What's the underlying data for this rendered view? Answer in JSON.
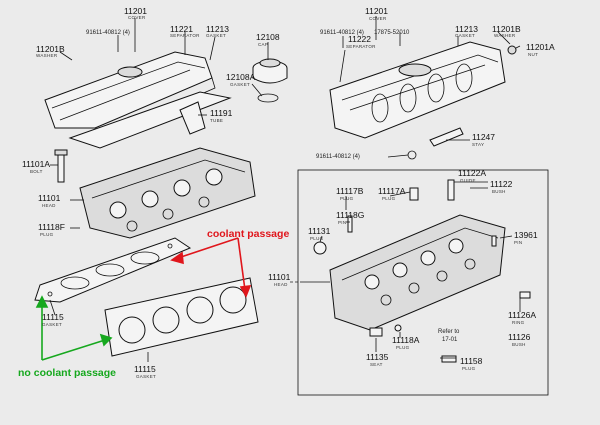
{
  "left_parts": [
    {
      "num": "11201",
      "name": "COVER"
    },
    {
      "num": "91611-40812 (4)",
      "name": ""
    },
    {
      "num": "11221",
      "name": "SEPARATOR"
    },
    {
      "num": "11213",
      "name": "GASKET"
    },
    {
      "num": "11201B",
      "name": "WASHER"
    },
    {
      "num": "12108",
      "name": "CAP"
    },
    {
      "num": "12108A",
      "name": "GASKET"
    },
    {
      "num": "11191",
      "name": "TUBE"
    },
    {
      "num": "11101A",
      "name": "BOLT"
    },
    {
      "num": "11101",
      "name": "HEAD"
    },
    {
      "num": "11118F",
      "name": "PLUG"
    },
    {
      "num": "11115",
      "name": "GASKET"
    },
    {
      "num": "11115",
      "name": "GASKET"
    }
  ],
  "right_parts": [
    {
      "num": "11201",
      "name": "COVER"
    },
    {
      "num": "91611-40812 (4)",
      "name": ""
    },
    {
      "num": "17875-52010",
      "name": ""
    },
    {
      "num": "11222",
      "name": "SEPARATOR"
    },
    {
      "num": "11213",
      "name": "GASKET"
    },
    {
      "num": "11201B",
      "name": "WASHER"
    },
    {
      "num": "11201A",
      "name": "NUT"
    },
    {
      "num": "11247",
      "name": "STAY"
    },
    {
      "num": "91611-40812 (4)",
      "name": ""
    },
    {
      "num": "11122A",
      "name": "GUIDE"
    },
    {
      "num": "11122",
      "name": "BUSH"
    },
    {
      "num": "11117B",
      "name": "PLUG"
    },
    {
      "num": "11117A",
      "name": "PLUG"
    },
    {
      "num": "11118G",
      "name": "PIN"
    },
    {
      "num": "11131",
      "name": "PLUG"
    },
    {
      "num": "13961",
      "name": "PIN"
    },
    {
      "num": "11101",
      "name": "HEAD"
    },
    {
      "num": "11126A",
      "name": "RING"
    },
    {
      "num": "11126",
      "name": "BUSH"
    },
    {
      "num": "11118A",
      "name": "PLUG"
    },
    {
      "num": "11135",
      "name": "SEAT"
    },
    {
      "num": "11158",
      "name": "PLUG"
    }
  ],
  "refer_note": {
    "line1": "Refer to",
    "line2": "17-01"
  },
  "annotations": {
    "coolant": "coolant passage",
    "no_coolant": "no coolant passage",
    "coolant_color": "#e0161c",
    "no_coolant_color": "#16a81e"
  }
}
